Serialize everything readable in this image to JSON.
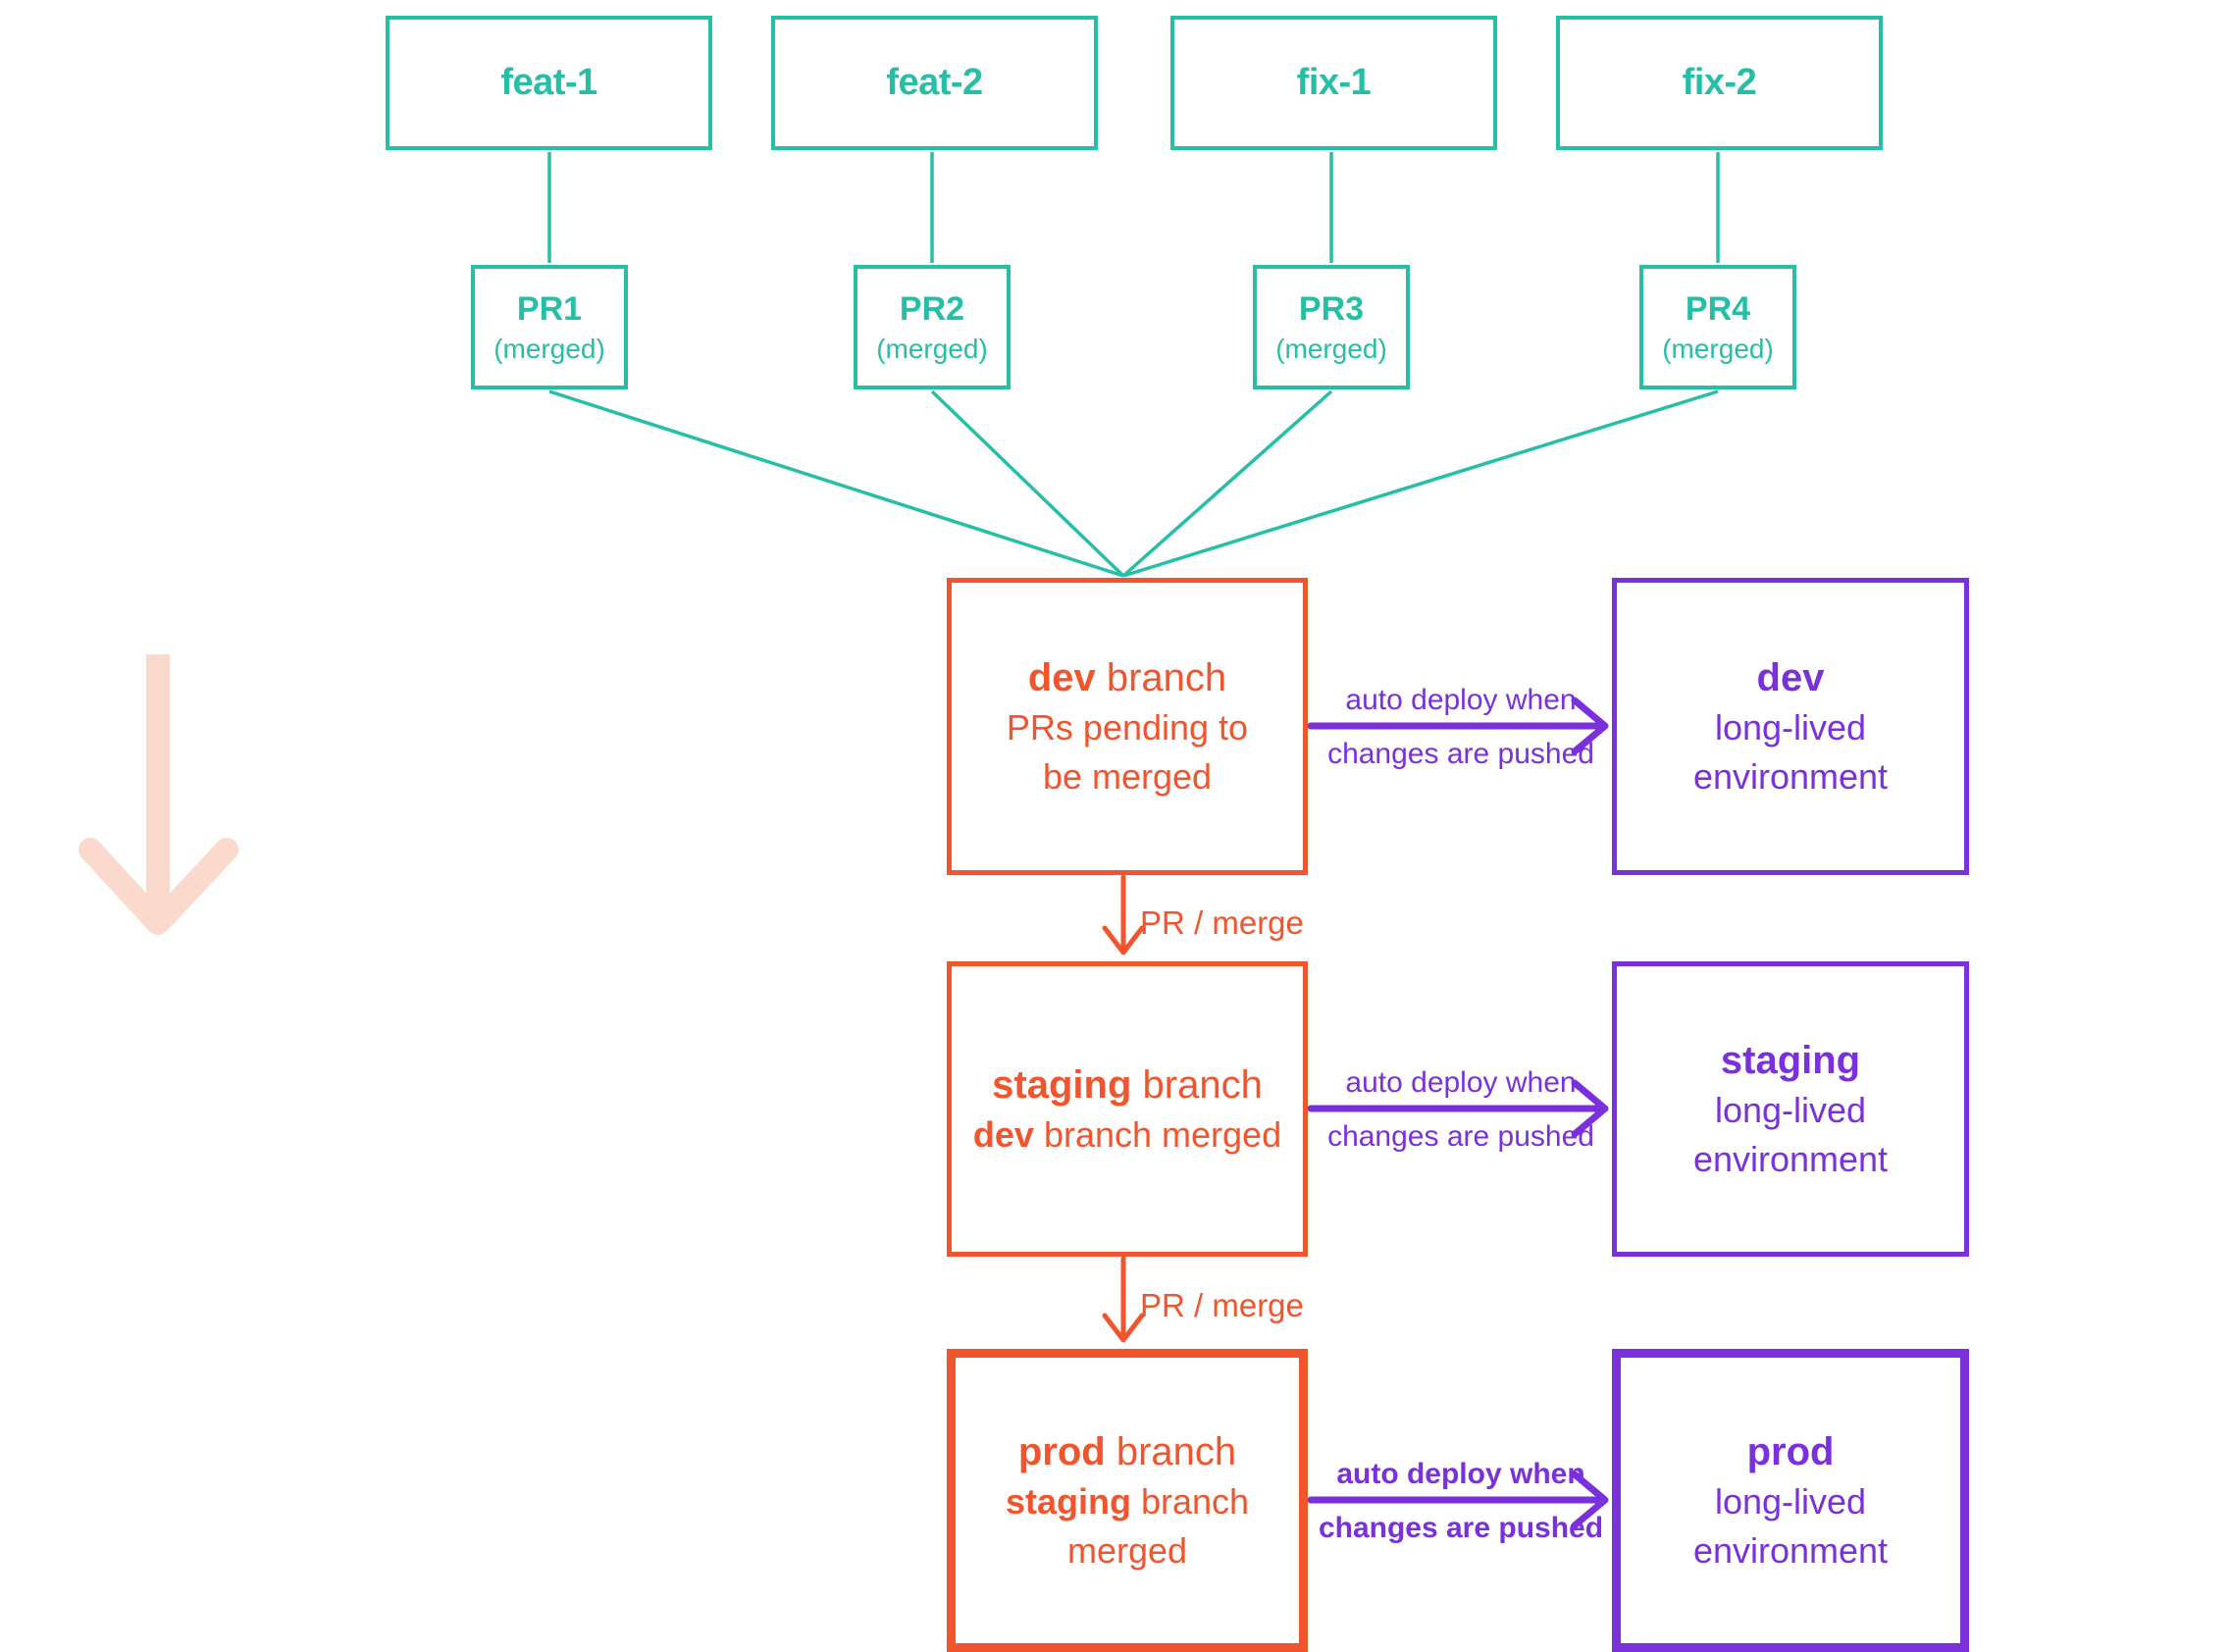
{
  "colors": {
    "teal": "#26bfa6",
    "orange": "#f1552d",
    "purple": "#7a30db",
    "pink_timeline_arrow": "#fbd9cc",
    "background": "#ffffff"
  },
  "feature_branches": [
    "feat-1",
    "feat-2",
    "fix-1",
    "fix-2"
  ],
  "pull_requests": [
    {
      "label": "PR1",
      "status": "(merged)"
    },
    {
      "label": "PR2",
      "status": "(merged)"
    },
    {
      "label": "PR3",
      "status": "(merged)"
    },
    {
      "label": "PR4",
      "status": "(merged)"
    }
  ],
  "rows": [
    {
      "branch_em": "dev",
      "branch_rest": " branch",
      "branch_sub1": "PRs pending to",
      "branch_sub2": "be merged",
      "deploy_line1": "auto deploy when",
      "deploy_line2": "changes are pushed",
      "env_name": "dev",
      "env_sub1": "long-lived",
      "env_sub2": "environment"
    },
    {
      "branch_em": "staging",
      "branch_rest": " branch",
      "branch_sub1_em": "dev",
      "branch_sub1_rest": " branch merged",
      "deploy_line1": "auto deploy when",
      "deploy_line2": "changes are pushed",
      "env_name": "staging",
      "env_sub1": "long-lived",
      "env_sub2": "environment"
    },
    {
      "branch_em": "prod",
      "branch_rest": " branch",
      "branch_sub1_em": "staging",
      "branch_sub1_rest": " branch",
      "branch_sub2": "merged",
      "deploy_line1": "auto deploy when",
      "deploy_line2": "changes are pushed",
      "env_name": "prod",
      "env_sub1": "long-lived",
      "env_sub2": "environment"
    }
  ],
  "merge_labels": [
    "PR / merge",
    "PR / merge"
  ]
}
